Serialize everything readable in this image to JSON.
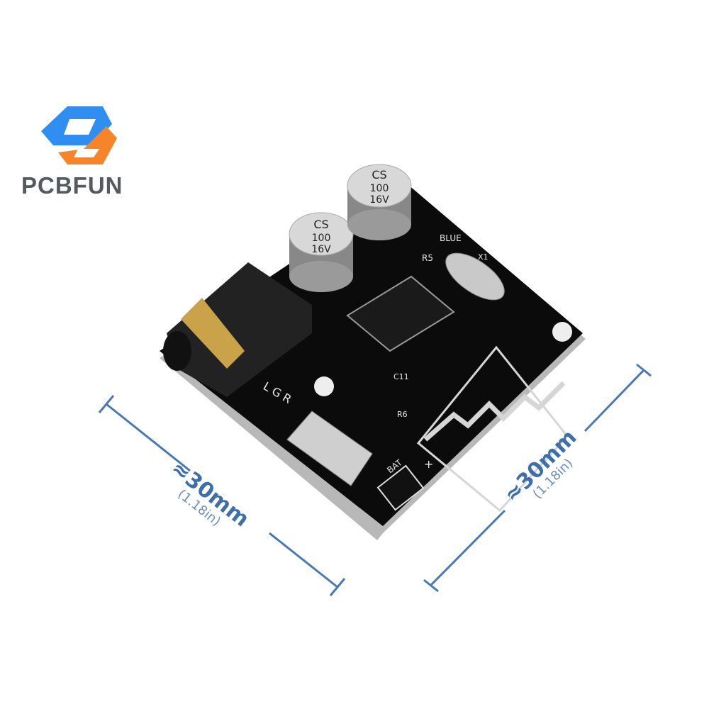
{
  "logo": {
    "brand": "PCBFUN",
    "colors": {
      "blue": "#2f8ef0",
      "orange": "#f5842a",
      "text": "#555a5f"
    }
  },
  "dimensions": {
    "left": {
      "size": "≈30mm",
      "imperial": "(1.18in)"
    },
    "right": {
      "size": "≈30mm",
      "imperial": "(1.18in)"
    },
    "line_color": "#4a78b0"
  },
  "board": {
    "capacitor_1": [
      "CS",
      "100",
      "16V"
    ],
    "capacitor_2": [
      "CS",
      "100",
      "16V"
    ],
    "silkscreen": {
      "led": "BLUE",
      "resistor_5": "R5",
      "audio": "L G R",
      "battery": "BAT",
      "plus": "+",
      "c11": "C11",
      "r6": "R6",
      "crystal": "X1"
    }
  }
}
